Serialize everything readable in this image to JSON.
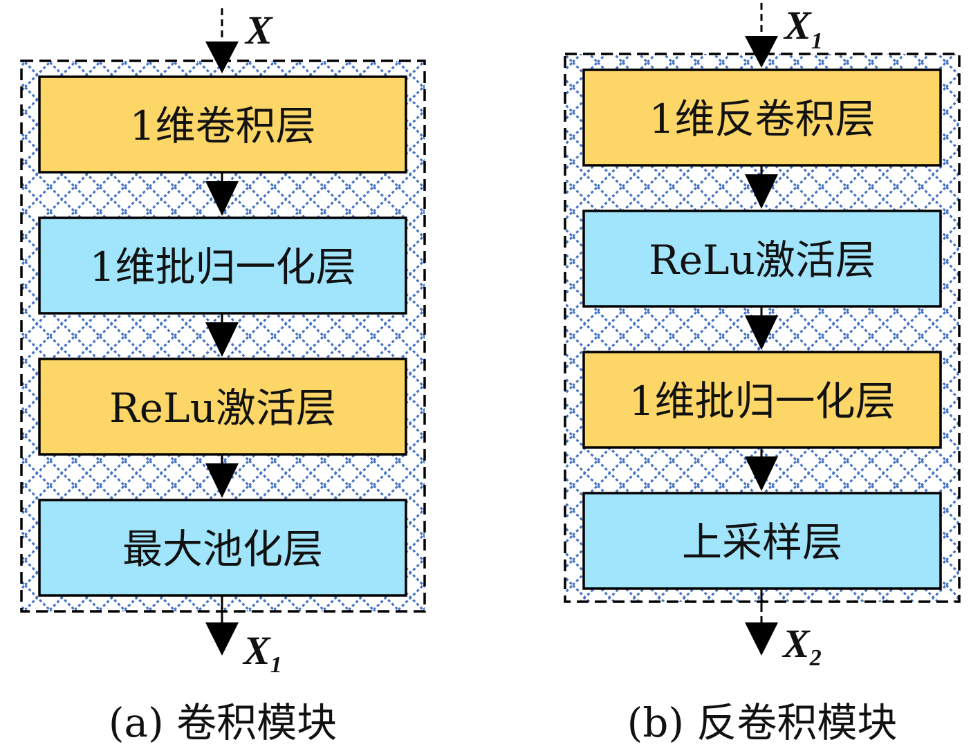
{
  "colors": {
    "yellow": "#fcd667",
    "blue": "#a1e5fc",
    "pattern": "#4472c4",
    "stroke": "#000000"
  },
  "module_a": {
    "input": {
      "main": "X",
      "sub": ""
    },
    "layers": [
      {
        "label": "1维卷积层",
        "color": "yellow"
      },
      {
        "label": "1维批归一化层",
        "color": "blue"
      },
      {
        "label": "ReLu激活层",
        "color": "yellow"
      },
      {
        "label": "最大池化层",
        "color": "blue"
      }
    ],
    "output": {
      "main": "X",
      "sub": "1"
    },
    "caption": "(a) 卷积模块"
  },
  "module_b": {
    "input": {
      "main": "X",
      "sub": "1"
    },
    "layers": [
      {
        "label": "1维反卷积层",
        "color": "yellow"
      },
      {
        "label": "ReLu激活层",
        "color": "blue"
      },
      {
        "label": "1维批归一化层",
        "color": "yellow"
      },
      {
        "label": "上采样层",
        "color": "blue"
      }
    ],
    "output": {
      "main": "X",
      "sub": "2"
    },
    "caption": "(b) 反卷积模块"
  }
}
